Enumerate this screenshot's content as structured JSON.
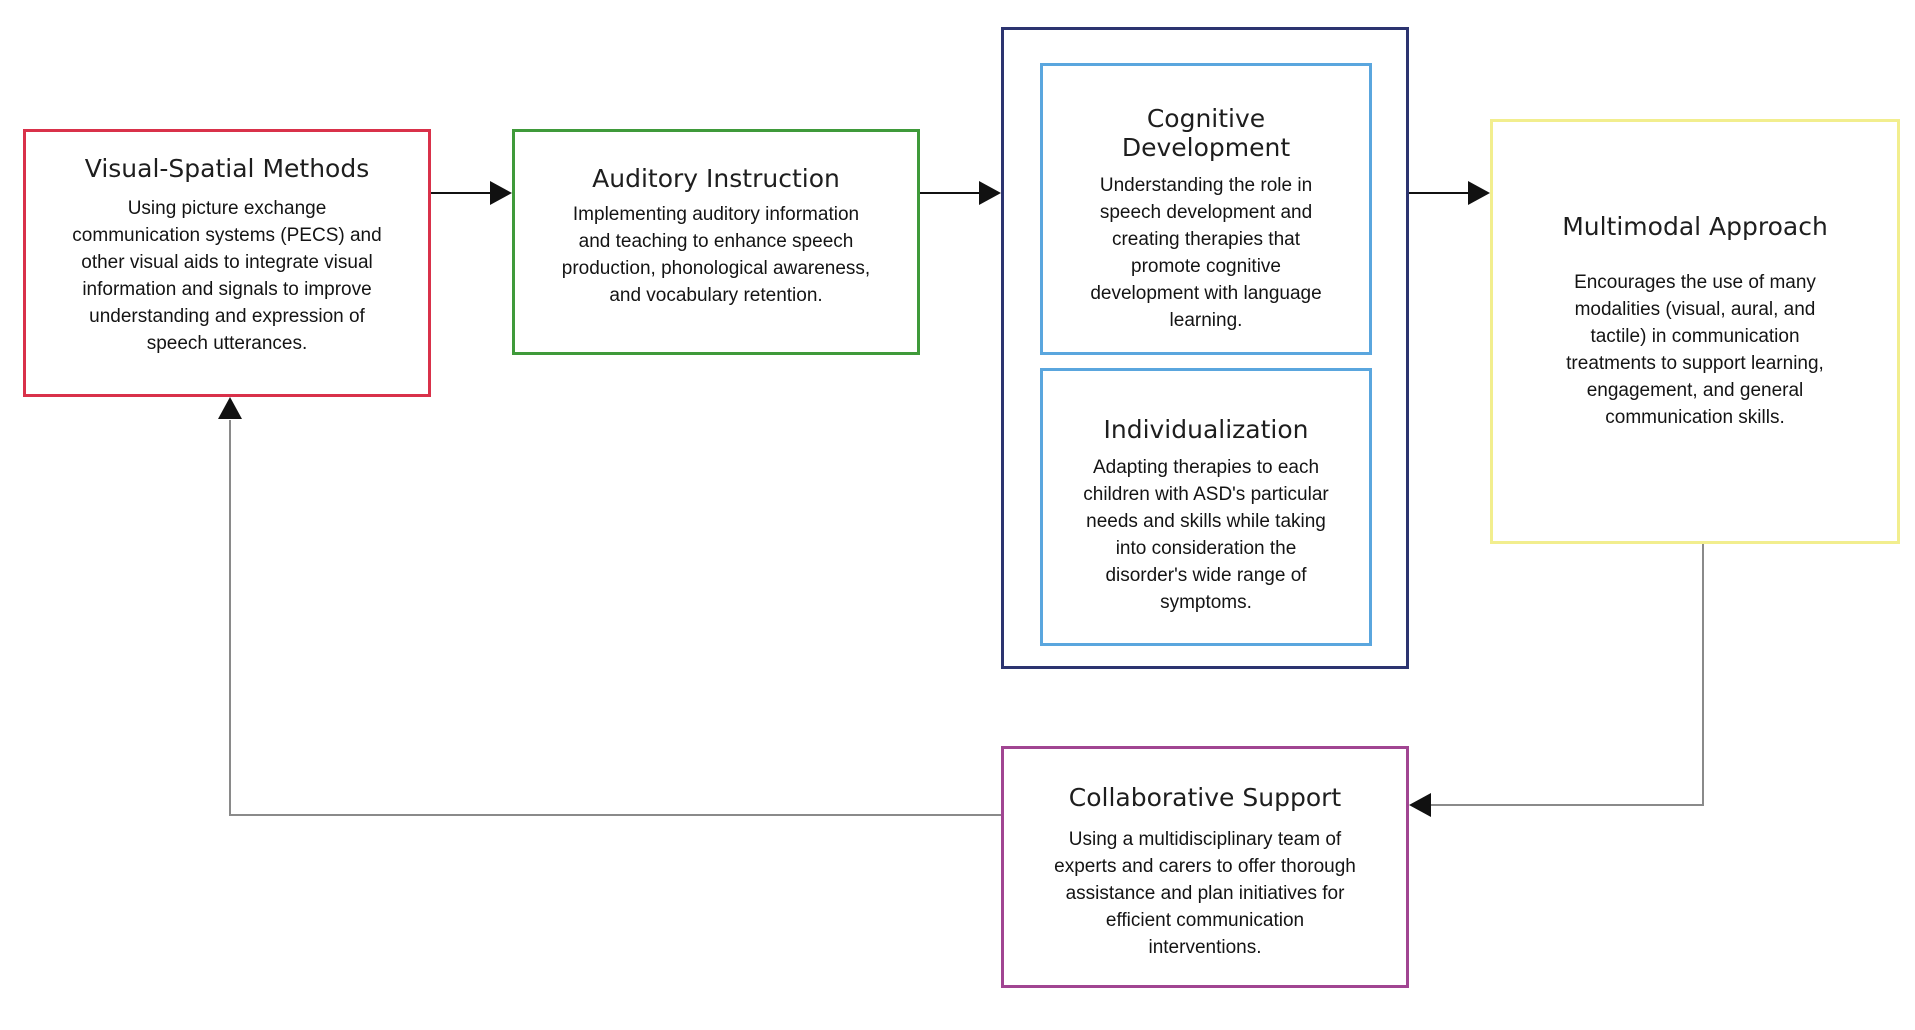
{
  "nodes": {
    "visual_spatial": {
      "title": "Visual-Spatial Methods",
      "body": "Using picture exchange\ncommunication systems (PECS) and\nother visual aids to integrate visual\ninformation and signals to improve\nunderstanding and expression of\nspeech utterances.",
      "border_color": "#d9314a"
    },
    "auditory": {
      "title": "Auditory Instruction",
      "body": "Implementing auditory information\nand teaching to enhance speech\nproduction, phonological awareness,\nand vocabulary retention.",
      "border_color": "#3f9a3a"
    },
    "cognitive": {
      "title": "Cognitive Development",
      "body": "Understanding the role  in\nspeech development and\ncreating therapies that\npromote cognitive\ndevelopment with language\nlearning.",
      "border_color": "#5aa6de"
    },
    "individualization": {
      "title": "Individualization",
      "body": "Adapting therapies to each\nchildren with ASD's particular\nneeds and skills while taking\ninto consideration the\ndisorder's wide range of\nsymptoms.",
      "border_color": "#5aa6de"
    },
    "multimodal": {
      "title": "Multimodal Approach",
      "body": "Encourages the use of many\nmodalities (visual, aural, and\ntactile) in communication\ntreatments to support learning,\nengagement, and general\ncommunication skills.",
      "border_color": "#f2ee8e"
    },
    "collaborative": {
      "title": "Collaborative Support",
      "body": "Using a multidisciplinary team of\nexperts and carers to offer thorough\nassistance and plan initiatives for\nefficient communication\ninterventions.",
      "border_color": "#a14592"
    }
  },
  "group": {
    "border_color": "#2c3470"
  },
  "edges": [
    {
      "from": "visual_spatial",
      "to": "auditory"
    },
    {
      "from": "auditory",
      "to": "cognitive_individualization_group"
    },
    {
      "from": "cognitive_individualization_group",
      "to": "multimodal"
    },
    {
      "from": "multimodal",
      "to": "collaborative"
    },
    {
      "from": "collaborative",
      "to": "visual_spatial"
    }
  ],
  "colors": {
    "arrow_dark": "#111111",
    "connector_gray": "#8a8a8a"
  }
}
